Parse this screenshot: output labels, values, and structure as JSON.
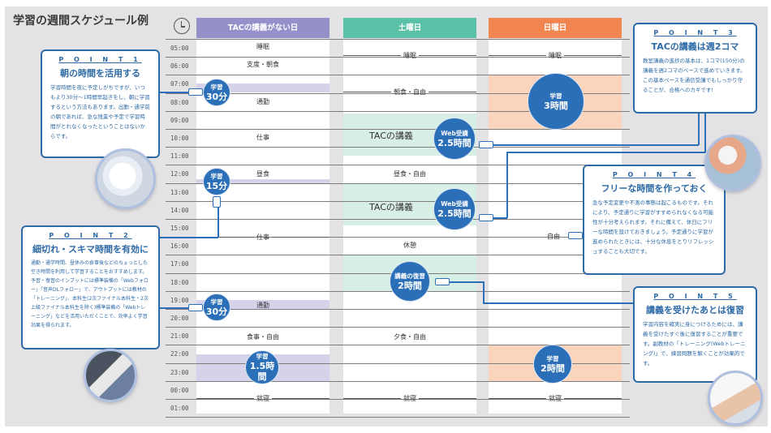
{
  "title": "学習の週間スケジュール例",
  "columns": [
    {
      "label": "TACの講義がない日",
      "color": "#9590c9"
    },
    {
      "label": "土曜日",
      "color": "#5ac0a6"
    },
    {
      "label": "日曜日",
      "color": "#f08550"
    }
  ],
  "colors": {
    "study_weekday": "#d5d3ea",
    "study_saturday": "#d8efe6",
    "study_sunday": "#fbd4bc",
    "accent_blue": "#2b6fb8"
  },
  "times": [
    "05:00",
    "06:00",
    "07:00",
    "08:00",
    "09:00",
    "10:00",
    "11:00",
    "12:00",
    "13:00",
    "14:00",
    "15:00",
    "16:00",
    "17:00",
    "18:00",
    "19:00",
    "20:00",
    "21:00",
    "22:00",
    "23:00",
    "00:00",
    "01:00"
  ],
  "weekday": {
    "sleep": "睡眠",
    "prep_breakfast": "支度・朝食",
    "commute_am": "通勤",
    "work": "仕事",
    "lunch": "昼食",
    "work_pm": "仕事",
    "commute_pm": "通勤",
    "dinner_free": "食事・自由",
    "bedtime": "就寝"
  },
  "saturday": {
    "sleep": "睡眠",
    "breakfast_free": "朝食・自由",
    "lecture_am": "TACの講義",
    "lunch_free": "昼食・自由",
    "lecture_pm": "TACの講義",
    "rest": "休憩",
    "dinner_free": "夕食・自由",
    "bedtime": "就寝"
  },
  "sunday": {
    "sleep": "睡眠",
    "free": "自由",
    "bedtime": "就寝"
  },
  "badges": {
    "study_30m_am": {
      "l1": "学習",
      "l2": "30分"
    },
    "study_15m": {
      "l1": "学習",
      "l2": "15分"
    },
    "study_30m_pm": {
      "l1": "学習",
      "l2": "30分"
    },
    "study_1_5h": {
      "l1": "学習",
      "l2": "1.5時間"
    },
    "web_am": {
      "l1": "Web受講",
      "l2": "2.5時間"
    },
    "web_pm": {
      "l1": "Web受講",
      "l2": "2.5時間"
    },
    "review": {
      "l1": "講義の復習",
      "l2": "2時間"
    },
    "sun_3h": {
      "l1": "学習",
      "l2": "3時間"
    },
    "sun_2h": {
      "l1": "学習",
      "l2": "2時間"
    }
  },
  "points": [
    {
      "label": "P O I N T 1",
      "heading": "朝の時間を活用する",
      "body": "学習時間を夜に予定しがちですが、いつもより30分～1時間早起きをし、朝に学習するという方法もあります。出勤・通学前の朝であれば、急な残業や予定で学習時間がとれなくなったということはないからです。"
    },
    {
      "label": "P O I N T 2",
      "heading": "細切れ・スキマ時間を有効に",
      "body": "通勤・通学時間、昼休みの食事後などのちょっとした空き時間を利用して学習することをおすすめします。予習・復習のインプットには標準装備の「Webフォロー」「音声DLフォロー」で、アウトプットには教材の「トレーニング」、本科生(2次ファイナル本科生・2次上級ファイナル本科生を除く)標準装備の「Webトレーニング」などを活用いただくことで、効率よく学習効果を得られます。"
    },
    {
      "label": "P O I N T 3",
      "heading": "TACの講義は週2コマ",
      "body": "教室講義の進捗の基本は、1コマ(150分)の講義を週2コマのペースで進めていきます。この基本ペースを通信受講でもしっかり守ることが、合格へのカギです!"
    },
    {
      "label": "P O I N T 4",
      "heading": "フリーな時間を作っておく",
      "body": "急な予定変更や不測の事態は起こるものです。それにより、予定通りに学習がすすめられなくなる可能性が十分考えられます。それに備えて、休日にフリーな時間を設けておきましょう。予定通りに学習が進められたときには、十分な休息をとりリフレッシュすることも大切です。"
    },
    {
      "label": "P O I N T 5",
      "heading": "講義を受けたあとは復習",
      "body": "学習内容を確実に身につけるためには、講義を受けたすぐ後に復習することが重要です。副教材の「トレーニング(Webトレーニング)」で、練習問題を解くことが効果的です。"
    }
  ],
  "photos": [
    "clock-photo",
    "commuter-photo",
    "coffee-cup-photo",
    "writing-hand-photo"
  ]
}
